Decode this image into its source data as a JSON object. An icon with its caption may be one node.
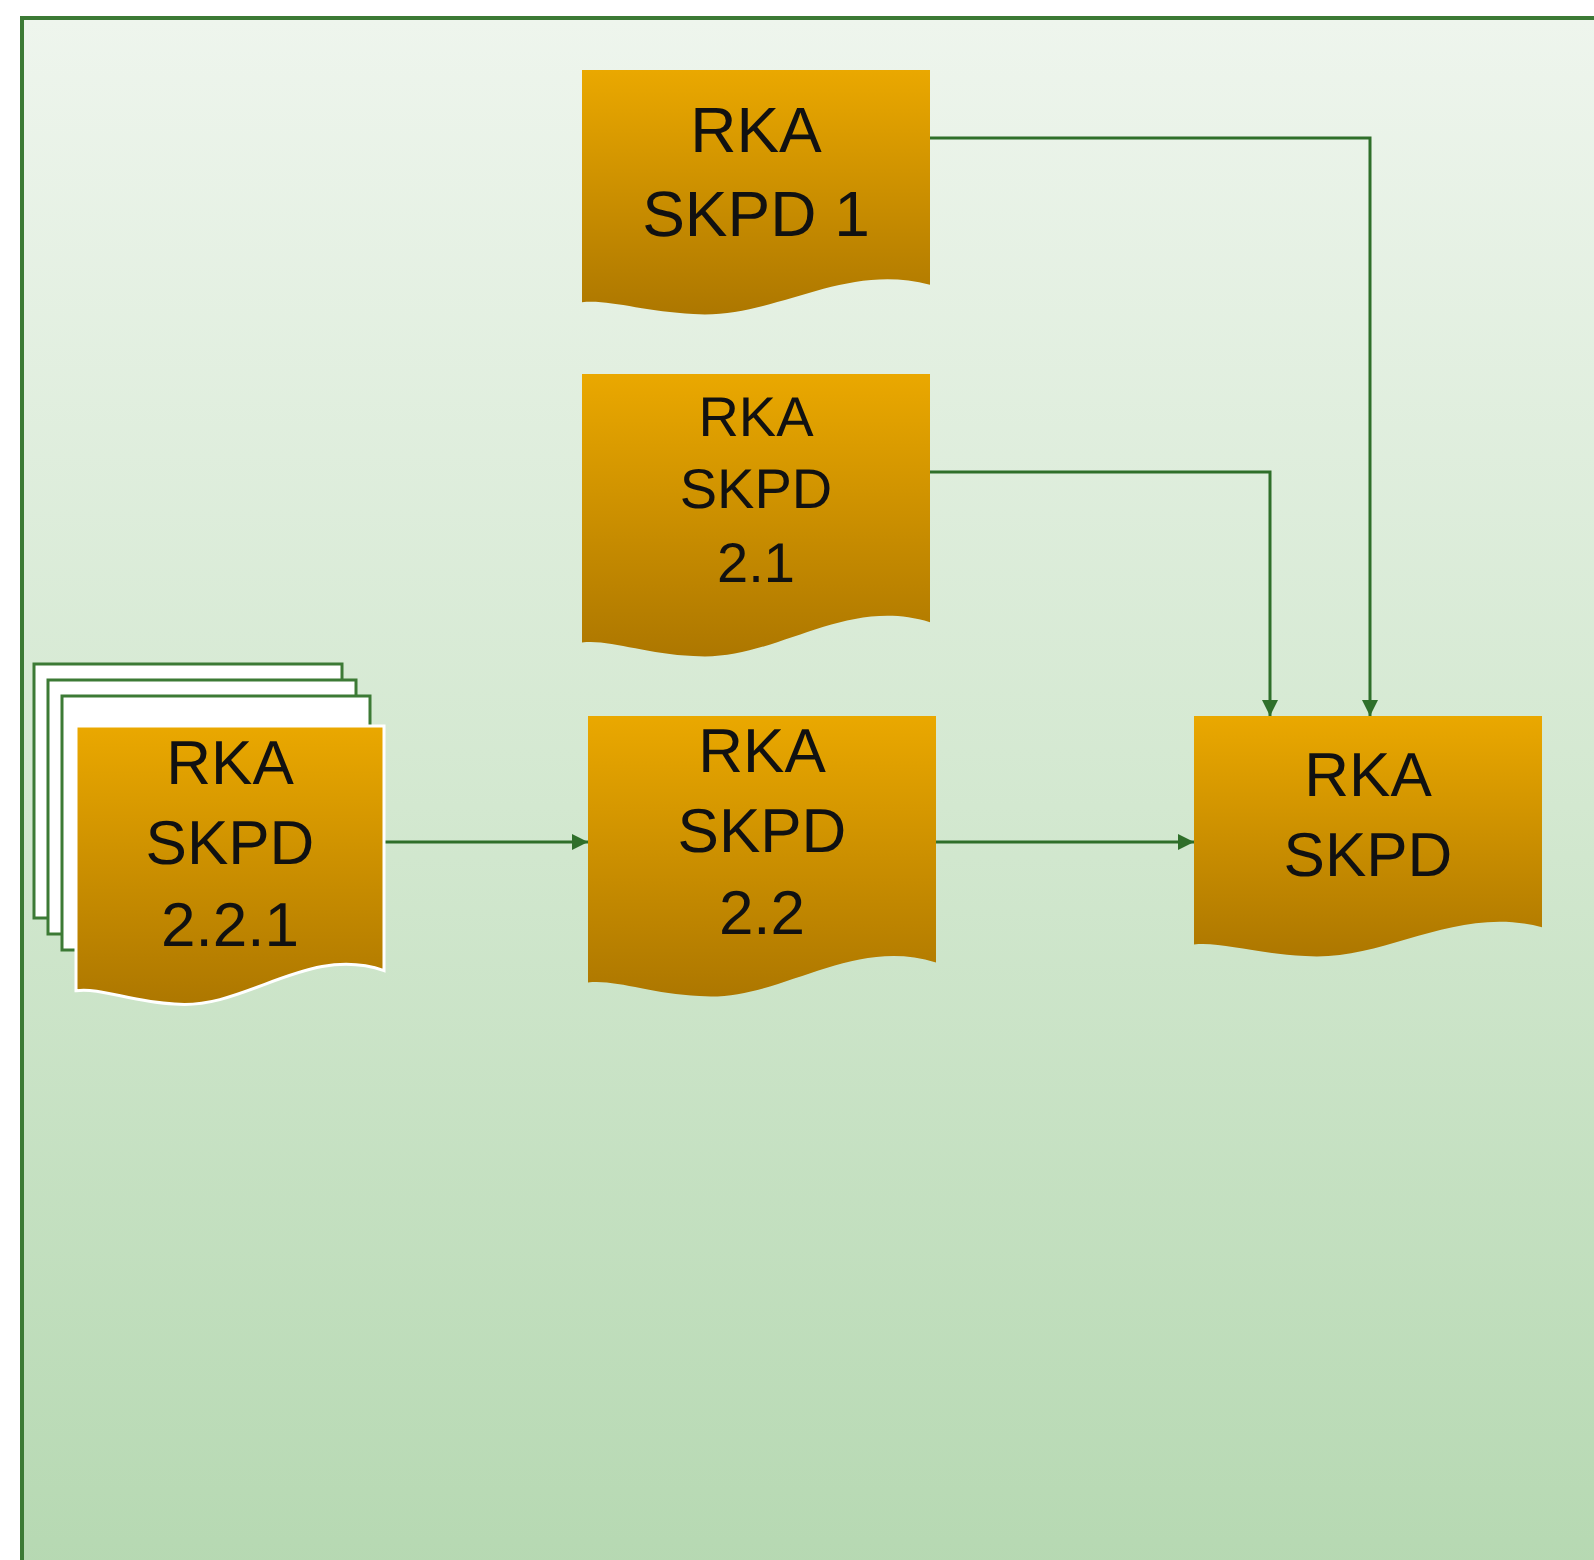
{
  "diagram": {
    "nodes": [
      {
        "text": [
          "RKA SKPD 1"
        ]
      },
      {
        "text": [
          "RKA SKPD 2.1"
        ]
      },
      {
        "text": [
          "RKA SKPD 2.2.1"
        ]
      },
      {
        "text": [
          "RKA SKPD 2.2"
        ]
      },
      {
        "text": [
          "RKA SKPD"
        ]
      }
    ],
    "edges": [
      {
        "from": 0,
        "to": 4,
        "arrow": "to"
      },
      {
        "from": 1,
        "to": 4,
        "arrow": "to"
      },
      {
        "from": 2,
        "to": 3,
        "arrow": "to"
      },
      {
        "from": 3,
        "to": 4,
        "arrow": "to"
      }
    ]
  }
}
